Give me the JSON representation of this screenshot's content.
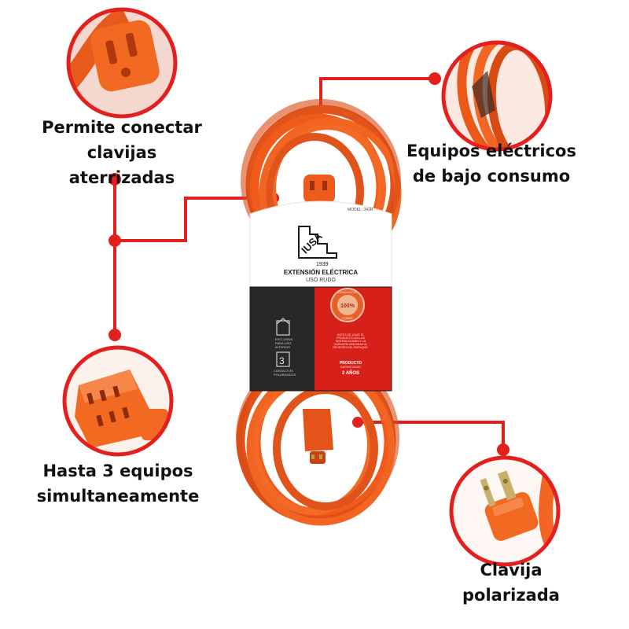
{
  "features": {
    "grounded_plugs": {
      "line1": "Permite conectar",
      "line2": "clavijas aterrizadas",
      "icon": "three-prong-socket-icon"
    },
    "low_consumption": {
      "line1": "Equipos eléctricos",
      "line2": "de bajo consumo",
      "icon": "coiled-cable-icon"
    },
    "three_devices": {
      "line1": "Hasta 3 equipos",
      "line2": "simultaneamente",
      "icon": "triple-outlet-icon"
    },
    "polarized_plug": {
      "line1": "Clavija polarizada",
      "icon": "polarized-plug-icon"
    }
  },
  "package": {
    "model": "MODEL: 342R",
    "brand": "IUSA",
    "year": "1939",
    "product_title": "EXTENSIÓN ELÉCTRICA",
    "product_subtitle": "USO RUDO",
    "indoor_label_1": "EXCLUSIVA",
    "indoor_label_2": "PARA USO",
    "indoor_label_3": "INTERIOR",
    "outlets_number": "3",
    "outlets_label_1": "CONTACTOS",
    "outlets_label_2": "POLARIZADOS",
    "seal_text": "100%",
    "seal_ring_top": "CONDUCTOR",
    "seal_ring_bottom": "COBRE",
    "instructions_1": "ANTES DE USAR EL",
    "instructions_2": "PRODUCTO LEA LAS",
    "instructions_3": "INSTRUCCIONES Y LA",
    "instructions_4": "GARANTÍA UBICADAS AL",
    "instructions_5": "REVERSO DEL EMPAQUE.",
    "warranty_1": "PRODUCTO",
    "warranty_2": "GARANTIZADO",
    "warranty_3": "2 AÑOS"
  },
  "colors": {
    "accent_red": "#e4201f",
    "cable_orange": "#f05a1a",
    "cable_dark": "#c9400f",
    "package_dark": "#2a2727",
    "package_red": "#d8201b"
  }
}
